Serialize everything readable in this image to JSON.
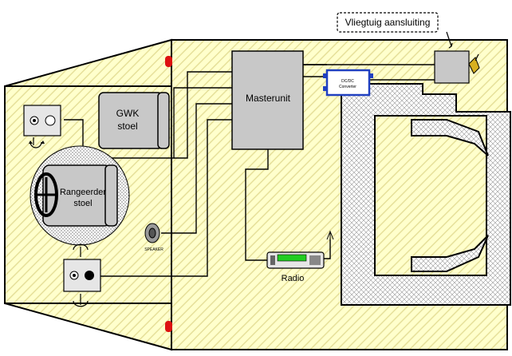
{
  "callout": {
    "label": "Vliegtuig aansluiting"
  },
  "masterunit": {
    "label": "Masterunit"
  },
  "converter": {
    "label_line1": "DC/DC",
    "label_line2": "Converter"
  },
  "gwk_seat": {
    "label_line1": "GWK",
    "label_line2": "stoel"
  },
  "rangeerder_seat": {
    "label_line1": "Rangeerder",
    "label_line2": "stoel"
  },
  "speaker": {
    "label": "SPEAKER"
  },
  "radio": {
    "label": "Radio"
  },
  "colors": {
    "floor": "#ffffcc",
    "hatch": "#e8e4a0",
    "outline": "#000000",
    "box_gray": "#c8c8c8",
    "converter_blue": "#2040c0",
    "red_marker": "#dd1111",
    "radio_screen": "#22cc22"
  },
  "icons": [
    "plug-icon",
    "antenna-icon",
    "steering-wheel-icon",
    "speaker-icon",
    "control-panel-icon"
  ]
}
